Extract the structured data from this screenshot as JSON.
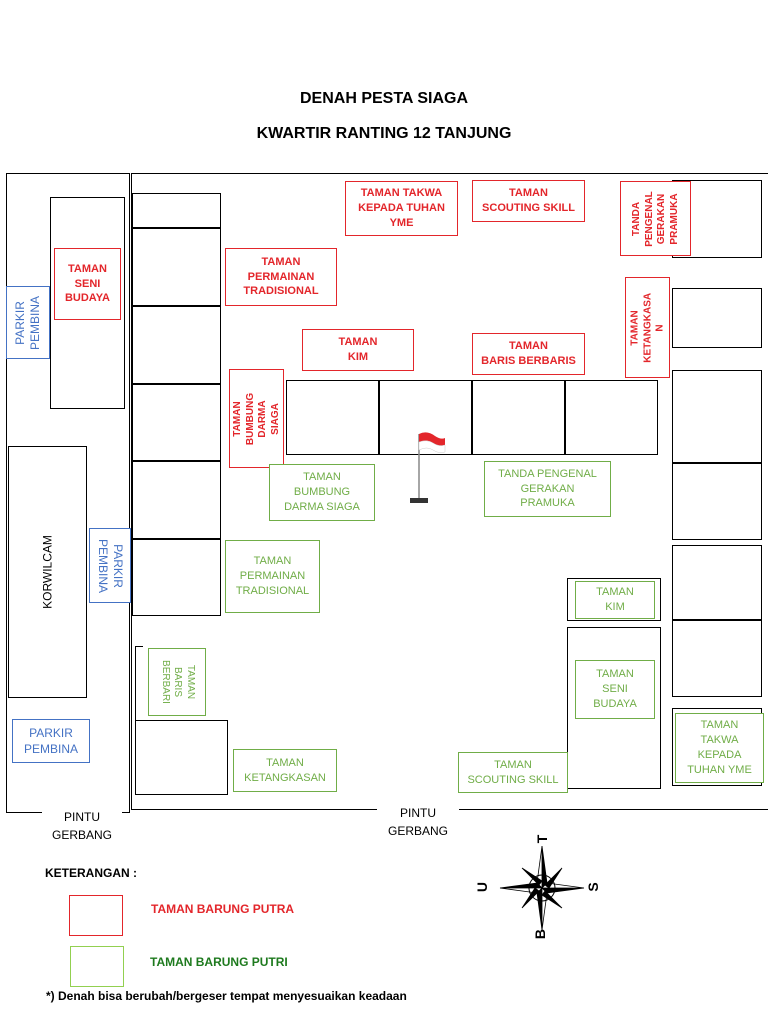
{
  "header": {
    "title_line1": "DENAH PESTA SIAGA",
    "title_line2": "KWARTIR RANTING 12 TANJUNG"
  },
  "colors": {
    "putra": "#e3262b",
    "putri": "#70ad47",
    "parkir": "#4472c4",
    "legend_putri_text": "#1e7a1e"
  },
  "zones": {
    "putra": {
      "seni_budaya": "TAMAN\nSENI\nBUDAYA",
      "takwa": "TAMAN TAKWA\nKEPADA TUHAN\nYME",
      "scouting": "TAMAN\nSCOUTING SKILL",
      "tanda": "TANDA\nPENGENAL\nGERAKAN\nPRAMUKA",
      "permainan": "TAMAN\nPERMAINAN\nTRADISIONAL",
      "ketangkasan": "TAMAN\nKETANGKASA N",
      "kim": "TAMAN\nKIM",
      "baris": "TAMAN\nBARIS BERBARIS",
      "bumbung": "TAMAN\nBUMBUNG\nDARMA SIAGA"
    },
    "putri": {
      "bumbung": "TAMAN\nBUMBUNG\nDARMA SIAGA",
      "tanda": "TANDA PENGENAL\nGERAKAN\nPRAMUKA",
      "permainan": "TAMAN\nPERMAINAN\nTRADISIONAL",
      "kim": "TAMAN\nKIM",
      "baris": "TAMAN\nBARIS\nBERBARI",
      "seni_budaya": "TAMAN\nSENI\nBUDAYA",
      "takwa": "TAMAN\nTAKWA\nKEPADA\nTUHAN YME",
      "ketangkasan": "TAMAN\nKETANGKASAN",
      "scouting": "TAMAN\nSCOUTING SKILL"
    }
  },
  "parking": {
    "p1": "PARKIR\nPEMBINA",
    "p2": "PARKIR\nPEMBINA",
    "p3": "PARKIR\nPEMBINA"
  },
  "korwilcam": "KORWILCAM",
  "gates": {
    "left": "PINTU\nGERBANG",
    "center": "PINTU\nGERBANG"
  },
  "compass": {
    "north": "U",
    "east": "T",
    "south": "S",
    "west": "B"
  },
  "legend": {
    "heading": "KETERANGAN :",
    "putra": "TAMAN BARUNG PUTRA",
    "putri": "TAMAN BARUNG PUTRI",
    "note": "*) Denah bisa berubah/bergeser tempat menyesuaikan keadaan"
  }
}
